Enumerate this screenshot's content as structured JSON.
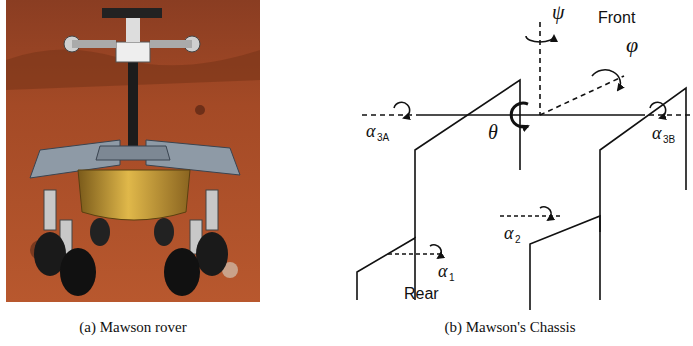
{
  "diagram": {
    "labels": [
      "ψ",
      "Front",
      "φ",
      "θ",
      "α",
      "3A",
      "α",
      "3B",
      "α",
      "1",
      "α",
      "2",
      "Rear",
      "(a) Mawson rover",
      "(b) Mawson's Chassis"
    ]
  }
}
